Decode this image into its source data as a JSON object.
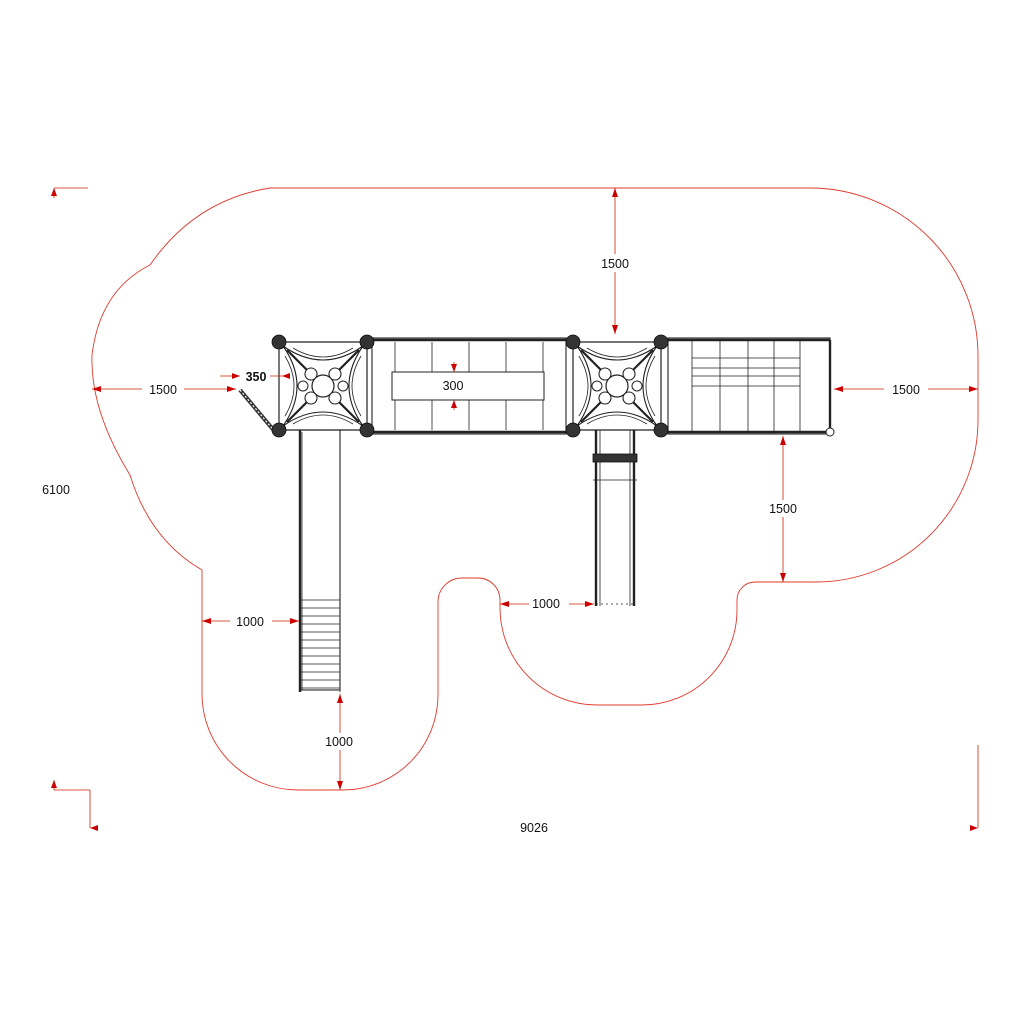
{
  "drawing": {
    "colors": {
      "safety_zone": "#e0392b",
      "dimension": "#cc0000",
      "equipment": "#222222",
      "background": "#ffffff"
    },
    "dimensions": {
      "overall_width": "9026",
      "overall_height": "6100",
      "top_clearance": "1500",
      "left_clearance": "1500",
      "right_clearance": "1500",
      "platform_offset": "350",
      "bridge_width": "300",
      "right_lower_clearance": "1500",
      "slide_side_clearance": "1000",
      "slide_end_clearance": "1000",
      "ladder_side_clearance": "1000"
    }
  }
}
